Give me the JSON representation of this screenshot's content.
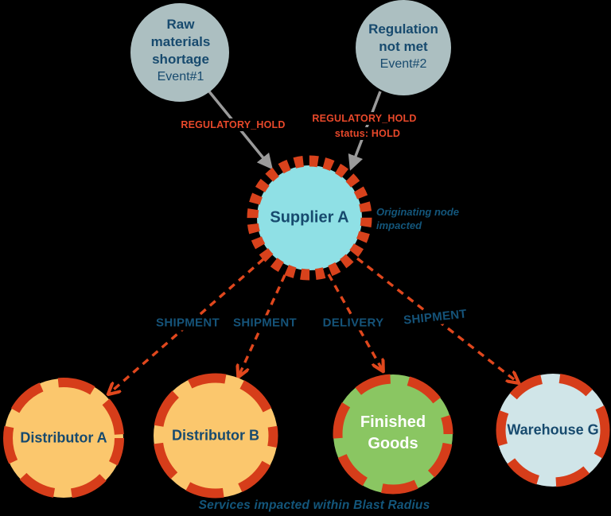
{
  "colors": {
    "background": "#000000",
    "event-fill": "#acbfc1",
    "node-text": "#174a6e",
    "supplier-fill": "#8fe0e5",
    "supplier-border": "#d8421c",
    "distributor-fill": "#fbc76d",
    "finished-fill": "#8ac662",
    "finished-text": "#ffffff",
    "warehouse-fill": "#d0e5e8",
    "node-border-red": "#d63d1a",
    "edge-orange": "#e0471d",
    "edge-gray": "#9a9a9a",
    "hold-label": "#e8482a",
    "edge-label-blue": "#155379",
    "caption-blue": "#13567b"
  },
  "nodes": {
    "event1": {
      "title_line1": "Raw",
      "title_line2": "materials",
      "title_line3": "shortage",
      "subtitle": "Event#1"
    },
    "event2": {
      "title_line1": "Regulation",
      "title_line2": "not met",
      "subtitle": "Event#2"
    },
    "supplier_a": {
      "label": "Supplier A"
    },
    "distributor_a": {
      "label": "Distributor A"
    },
    "distributor_b": {
      "label": "Distributor B"
    },
    "finished_goods": {
      "label_line1": "Finished",
      "label_line2": "Goods"
    },
    "warehouse_g": {
      "label": "Warehouse G"
    }
  },
  "edges": {
    "event1_supplier": {
      "label": "REGULATORY_HOLD"
    },
    "event2_supplier": {
      "label": "REGULATORY_HOLD",
      "sublabel": "status: HOLD"
    },
    "supplier_distributor_a": {
      "label": "SHIPMENT"
    },
    "supplier_distributor_b": {
      "label": "SHIPMENT"
    },
    "supplier_finished_goods": {
      "label": "DELIVERY"
    },
    "supplier_warehouse_g": {
      "label": "SHIPMENT"
    }
  },
  "annotations": {
    "originating_line1": "Originating node",
    "originating_line2": "impacted",
    "caption": "Services impacted within Blast Radius"
  }
}
